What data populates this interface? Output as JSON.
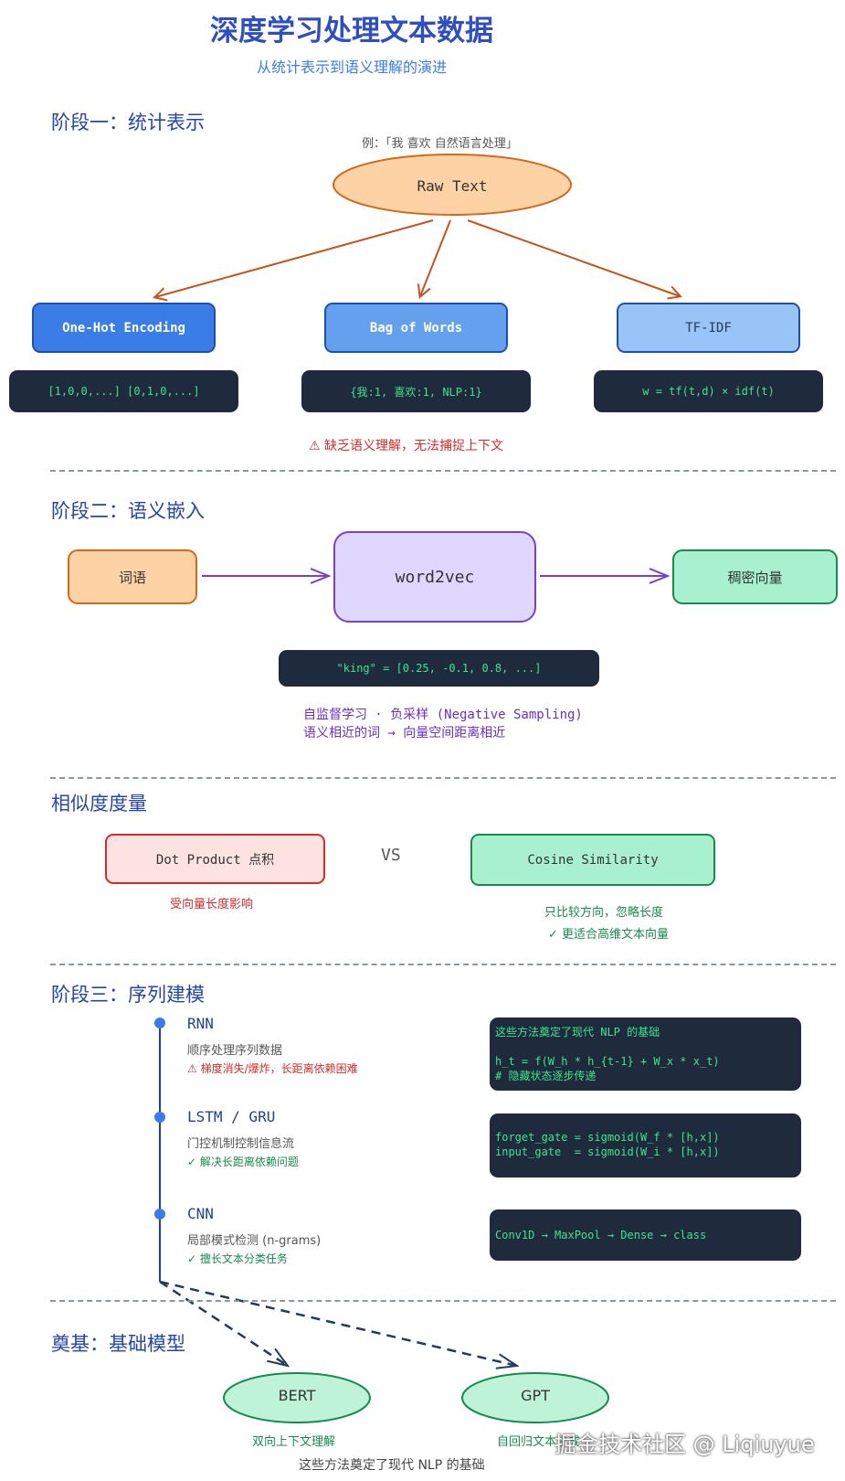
{
  "header": {
    "title": "深度学习处理文本数据",
    "subtitle": "从统计表示到语义理解的演进"
  },
  "stage1": {
    "heading": "阶段一：统计表示",
    "example": "例：「我 喜欢 自然语言处理」",
    "root": "Raw Text",
    "methods": [
      {
        "label": "One-Hot Encoding",
        "code": "[1,0,0,...] [0,1,0,...]"
      },
      {
        "label": "Bag of Words",
        "code": "{我:1, 喜欢:1, NLP:1}"
      },
      {
        "label": "TF-IDF",
        "code": "w = tf(t,d) × idf(t)"
      }
    ],
    "warning": "⚠ 缺乏语义理解，无法捕捉上下文"
  },
  "stage2": {
    "heading": "阶段二：语义嵌入",
    "input": "词语",
    "model": "word2vec",
    "output": "稠密向量",
    "code": "\"king\" = [0.25, -0.1, 0.8, ...]",
    "note1": "自监督学习 · 负采样 (Negative Sampling)",
    "note2": "语义相近的词 → 向量空间距离相近"
  },
  "similarity": {
    "heading": "相似度度量",
    "left": "Dot Product 点积",
    "left_note": "受向量长度影响",
    "vs": "VS",
    "right": "Cosine Similarity",
    "right_note1": "只比较方向，忽略长度",
    "right_note2": "✓ 更适合高维文本向量"
  },
  "stage3": {
    "heading": "阶段三：序列建模",
    "items": [
      {
        "title": "RNN",
        "desc": "顺序处理序列数据",
        "note": "⚠ 梯度消失/爆炸，长距离依赖困难",
        "code": "这些方法奠定了现代 NLP 的基础\n\nh_t = f(W_h * h_{t-1} + W_x * x_t)\n# 隐藏状态逐步传递"
      },
      {
        "title": "LSTM / GRU",
        "desc": "门控机制控制信息流",
        "note": "✓ 解决长距离依赖问题",
        "code": "forget_gate = sigmoid(W_f * [h,x])\ninput_gate  = sigmoid(W_i * [h,x])"
      },
      {
        "title": "CNN",
        "desc": "局部模式检测 (n-grams)",
        "note": "✓ 擅长文本分类任务",
        "code": "Conv1D → MaxPool → Dense → class"
      }
    ]
  },
  "foundation": {
    "heading": "奠基：基础模型",
    "models": [
      {
        "label": "BERT",
        "note": "双向上下文理解"
      },
      {
        "label": "GPT",
        "note": "自回归文本生成"
      }
    ],
    "footer": "这些方法奠定了现代 NLP 的基础"
  },
  "watermark": "掘金技术社区 @ Liqiuyue",
  "colors": {
    "title": "#2f4fc0",
    "section": "#2446a8",
    "raw_fill": "#fdd3a6",
    "raw_stroke": "#d2691e",
    "onehot": "#3b7de6",
    "bow": "#64a0ee",
    "tfidf": "#99c4f7",
    "code_bg": "#1f2a3c",
    "code_text": "#3ee68a",
    "embed_arrow": "#7b3fd0",
    "w2v_fill": "#dfd7fd",
    "dense_fill": "#a8f0cf",
    "warn": "#d42b2b",
    "ok": "#178a4e",
    "timeline": "#3b7de6"
  }
}
